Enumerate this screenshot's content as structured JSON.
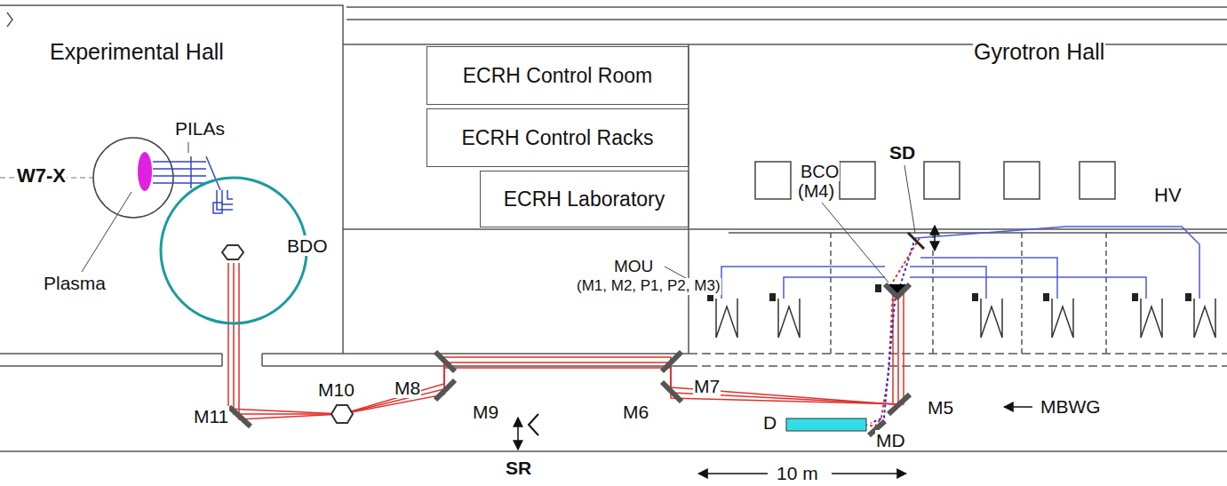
{
  "diagram": {
    "nodes": [
      {
        "text": [
          "ECRH Control Room"
        ]
      },
      {
        "text": [
          "ECRH Control Racks"
        ]
      },
      {
        "text": [
          "ECRH Laboratory"
        ]
      }
    ],
    "labels": [
      "Experimental Hall",
      "W7-X",
      "PILAs",
      "BDO",
      "Plasma",
      "Gyrotron Hall",
      "BCO",
      "(M4)",
      "SD",
      "HV",
      "MOU",
      "(M1, M2, P1, P2, M3)",
      "M11",
      "M10",
      "M8",
      "M9",
      "M7",
      "M6",
      "M5",
      "MBWG",
      "D",
      "MD",
      "SR",
      "10 m"
    ]
  }
}
